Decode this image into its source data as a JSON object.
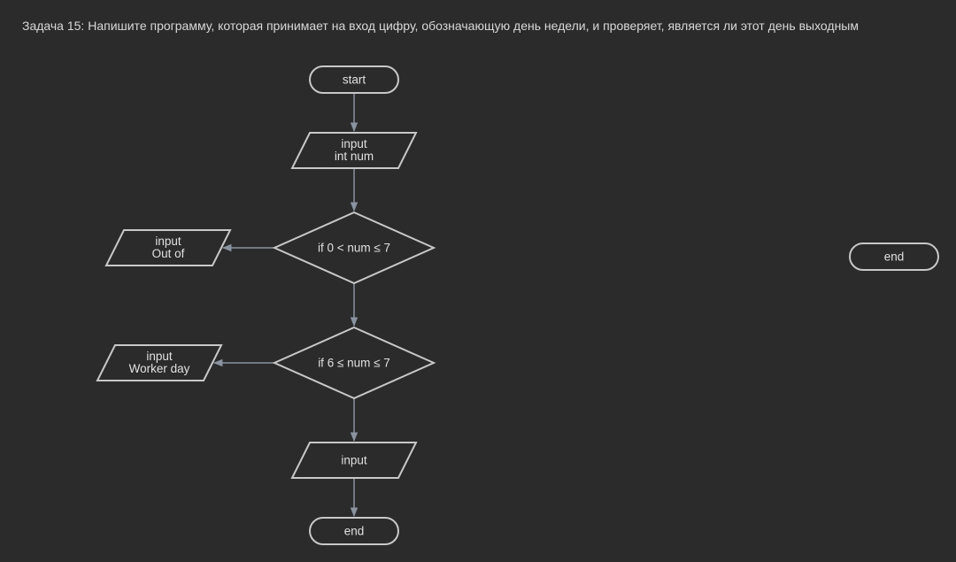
{
  "task": {
    "title": "Задача 15: Напишите программу, которая принимает на вход цифру, обозначающую день недели, и проверяет, является ли этот день выходным"
  },
  "flowchart": {
    "nodes": {
      "start": {
        "label": "start"
      },
      "input_num": {
        "line1": "input",
        "line2": "int num"
      },
      "decision_range": {
        "label": "if 0 < num ≤ 7"
      },
      "output_out_of": {
        "line1": "input",
        "line2": "Out of"
      },
      "decision_weekend": {
        "label": "if 6 ≤ num ≤ 7"
      },
      "output_worker": {
        "line1": "input",
        "line2": "Worker day"
      },
      "output_weekend": {
        "label": "input"
      },
      "end_main": {
        "label": "end"
      },
      "end_side": {
        "label": "end"
      }
    }
  },
  "colors": {
    "background": "#2b2b2b",
    "shape_stroke": "#c8c8c8",
    "edge": "#8a93a0",
    "text": "#e0e0e0"
  }
}
